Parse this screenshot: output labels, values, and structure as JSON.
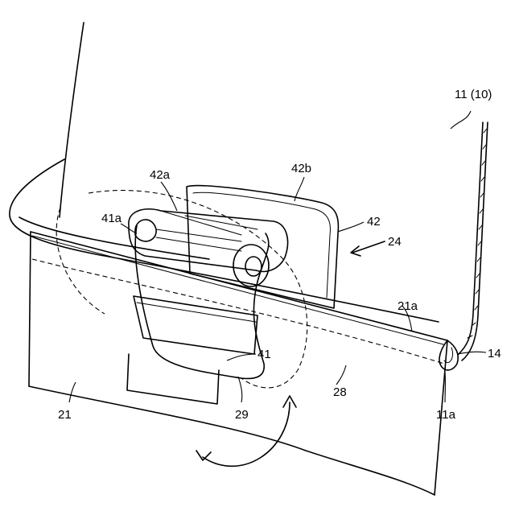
{
  "labels": {
    "l11": "11 (10)",
    "l42b": "42b",
    "l42a": "42a",
    "l42": "42",
    "l41a": "41a",
    "l24": "24",
    "l21a": "21a",
    "l14": "14",
    "l41": "41",
    "l28": "28",
    "l21": "21",
    "l29": "29",
    "l11a": "11a"
  }
}
